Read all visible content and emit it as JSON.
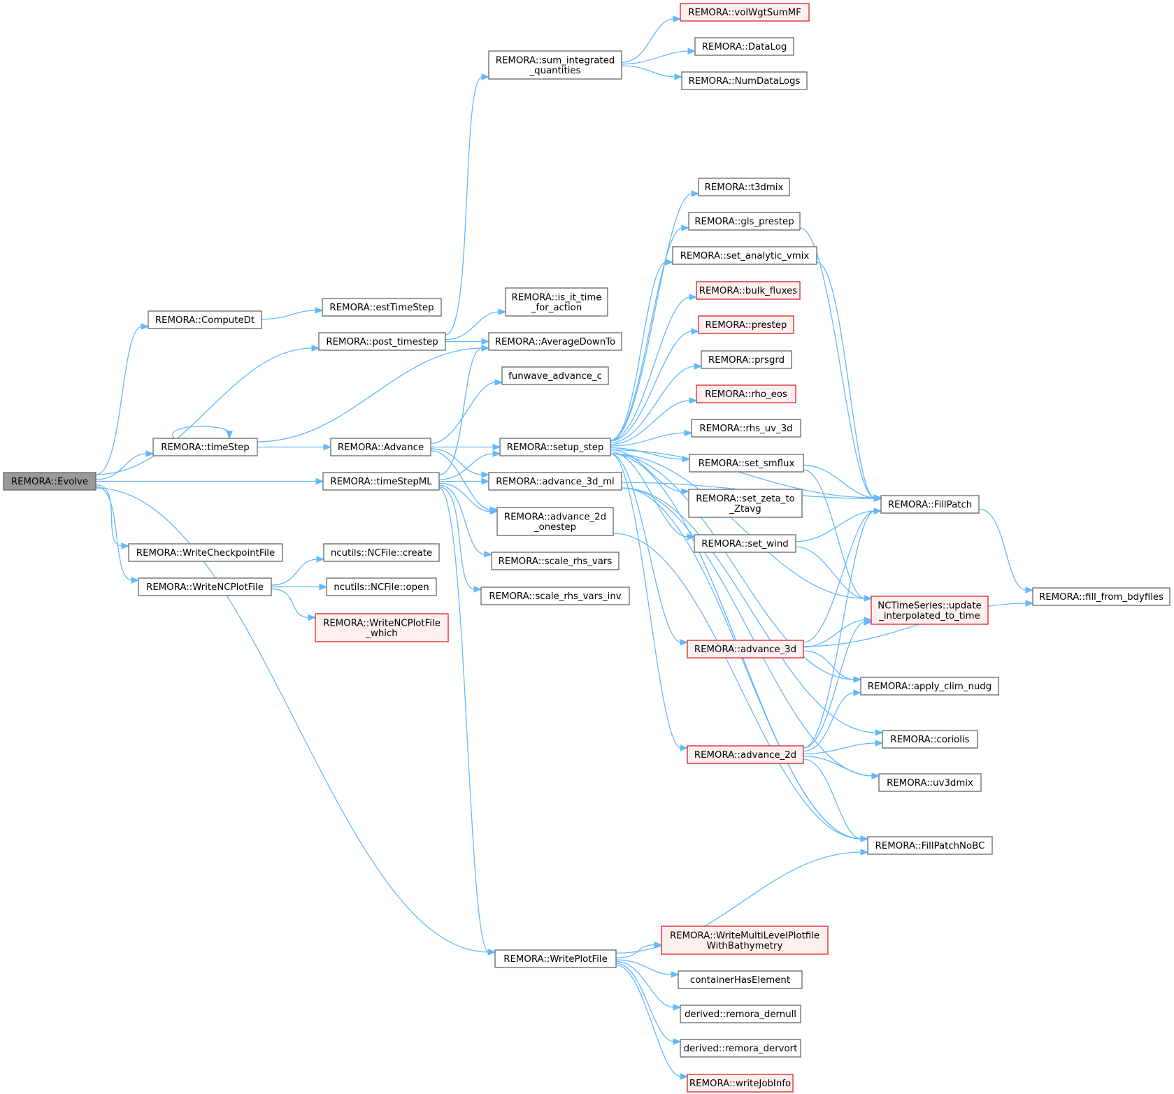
{
  "colors": {
    "edge": "#63b8ff",
    "node_border": "#666666",
    "node_fill": "#ffffff",
    "external_border": "#e01e1e",
    "external_fill": "#fff0f0",
    "root_fill": "#999999"
  },
  "nodes": [
    {
      "id": "evolve",
      "lines": [
        "REMORA::Evolve"
      ],
      "style": "root"
    },
    {
      "id": "computedt",
      "lines": [
        "REMORA::ComputeDt"
      ],
      "style": "normal"
    },
    {
      "id": "esttimestep",
      "lines": [
        "REMORA::estTimeStep"
      ],
      "style": "normal"
    },
    {
      "id": "post_timestep",
      "lines": [
        "REMORA::post_timestep"
      ],
      "style": "normal"
    },
    {
      "id": "sum_integrated",
      "lines": [
        "REMORA::sum_integrated",
        "_quantities"
      ],
      "style": "normal"
    },
    {
      "id": "volwgtsummf",
      "lines": [
        "REMORA::volWgtSumMF"
      ],
      "style": "red"
    },
    {
      "id": "datalog",
      "lines": [
        "REMORA::DataLog"
      ],
      "style": "normal"
    },
    {
      "id": "numdatalogs",
      "lines": [
        "REMORA::NumDataLogs"
      ],
      "style": "normal"
    },
    {
      "id": "is_it_time",
      "lines": [
        "REMORA::is_it_time",
        "_for_action"
      ],
      "style": "normal"
    },
    {
      "id": "averagedownto",
      "lines": [
        "REMORA::AverageDownTo"
      ],
      "style": "normal"
    },
    {
      "id": "funwave",
      "lines": [
        "funwave_advance_c"
      ],
      "style": "normal"
    },
    {
      "id": "timestep",
      "lines": [
        "REMORA::timeStep"
      ],
      "style": "normal"
    },
    {
      "id": "advance",
      "lines": [
        "REMORA::Advance"
      ],
      "style": "normal"
    },
    {
      "id": "setup_step",
      "lines": [
        "REMORA::setup_step"
      ],
      "style": "normal"
    },
    {
      "id": "timestepml",
      "lines": [
        "REMORA::timeStepML"
      ],
      "style": "normal"
    },
    {
      "id": "advance_3d_ml",
      "lines": [
        "REMORA::advance_3d_ml"
      ],
      "style": "normal"
    },
    {
      "id": "advance_2d_onestep",
      "lines": [
        "REMORA::advance_2d",
        "_onestep"
      ],
      "style": "normal"
    },
    {
      "id": "scale_rhs_vars",
      "lines": [
        "REMORA::scale_rhs_vars"
      ],
      "style": "normal"
    },
    {
      "id": "scale_rhs_vars_inv",
      "lines": [
        "REMORA::scale_rhs_vars_inv"
      ],
      "style": "normal"
    },
    {
      "id": "writecheckpoint",
      "lines": [
        "REMORA::WriteCheckpointFile"
      ],
      "style": "normal"
    },
    {
      "id": "writencplotfile",
      "lines": [
        "REMORA::WriteNCPlotFile"
      ],
      "style": "normal"
    },
    {
      "id": "nc_create",
      "lines": [
        "ncutils::NCFile::create"
      ],
      "style": "normal"
    },
    {
      "id": "nc_open",
      "lines": [
        "ncutils::NCFile::open"
      ],
      "style": "normal"
    },
    {
      "id": "writencplotfile_which",
      "lines": [
        "REMORA::WriteNCPlotFile",
        "_which"
      ],
      "style": "red"
    },
    {
      "id": "t3dmix",
      "lines": [
        "REMORA::t3dmix"
      ],
      "style": "normal"
    },
    {
      "id": "gls_prestep",
      "lines": [
        "REMORA::gls_prestep"
      ],
      "style": "normal"
    },
    {
      "id": "set_analytic_vmix",
      "lines": [
        "REMORA::set_analytic_vmix"
      ],
      "style": "normal"
    },
    {
      "id": "bulk_fluxes",
      "lines": [
        "REMORA::bulk_fluxes"
      ],
      "style": "red"
    },
    {
      "id": "prestep",
      "lines": [
        "REMORA::prestep"
      ],
      "style": "red"
    },
    {
      "id": "prsgrd",
      "lines": [
        "REMORA::prsgrd"
      ],
      "style": "normal"
    },
    {
      "id": "rho_eos",
      "lines": [
        "REMORA::rho_eos"
      ],
      "style": "red"
    },
    {
      "id": "rhs_uv_3d",
      "lines": [
        "REMORA::rhs_uv_3d"
      ],
      "style": "normal"
    },
    {
      "id": "set_smflux",
      "lines": [
        "REMORA::set_smflux"
      ],
      "style": "normal"
    },
    {
      "id": "set_zeta",
      "lines": [
        "REMORA::set_zeta_to",
        "_Ztavg"
      ],
      "style": "normal"
    },
    {
      "id": "set_wind",
      "lines": [
        "REMORA::set_wind"
      ],
      "style": "normal"
    },
    {
      "id": "fillpatch",
      "lines": [
        "REMORA::FillPatch"
      ],
      "style": "normal"
    },
    {
      "id": "fill_from_bdyfiles",
      "lines": [
        "REMORA::fill_from_bdyfiles"
      ],
      "style": "normal"
    },
    {
      "id": "nctimeseries",
      "lines": [
        "NCTimeSeries::update",
        "_interpolated_to_time"
      ],
      "style": "red"
    },
    {
      "id": "advance_3d",
      "lines": [
        "REMORA::advance_3d"
      ],
      "style": "red"
    },
    {
      "id": "apply_clim_nudg",
      "lines": [
        "REMORA::apply_clim_nudg"
      ],
      "style": "normal"
    },
    {
      "id": "coriolis",
      "lines": [
        "REMORA::coriolis"
      ],
      "style": "normal"
    },
    {
      "id": "advance_2d",
      "lines": [
        "REMORA::advance_2d"
      ],
      "style": "red"
    },
    {
      "id": "uv3dmix",
      "lines": [
        "REMORA::uv3dmix"
      ],
      "style": "normal"
    },
    {
      "id": "fillpatchnobc",
      "lines": [
        "REMORA::FillPatchNoBC"
      ],
      "style": "normal"
    },
    {
      "id": "writeplotfile",
      "lines": [
        "REMORA::WritePlotFile"
      ],
      "style": "normal"
    },
    {
      "id": "writemultilevel",
      "lines": [
        "REMORA::WriteMultiLevelPlotfile",
        "WithBathymetry"
      ],
      "style": "red"
    },
    {
      "id": "containerhaselement",
      "lines": [
        "containerHasElement"
      ],
      "style": "normal"
    },
    {
      "id": "remora_dernull",
      "lines": [
        "derived::remora_dernull"
      ],
      "style": "normal"
    },
    {
      "id": "remora_dervort",
      "lines": [
        "derived::remora_dervort"
      ],
      "style": "normal"
    },
    {
      "id": "writejobinfo",
      "lines": [
        "REMORA::writeJobInfo"
      ],
      "style": "red"
    }
  ],
  "edges": [
    [
      "evolve",
      "computedt"
    ],
    [
      "evolve",
      "post_timestep"
    ],
    [
      "evolve",
      "timestep"
    ],
    [
      "evolve",
      "timestepml"
    ],
    [
      "evolve",
      "writecheckpoint"
    ],
    [
      "evolve",
      "writencplotfile"
    ],
    [
      "evolve",
      "writeplotfile"
    ],
    [
      "computedt",
      "esttimestep"
    ],
    [
      "post_timestep",
      "sum_integrated"
    ],
    [
      "post_timestep",
      "is_it_time"
    ],
    [
      "post_timestep",
      "averagedownto"
    ],
    [
      "sum_integrated",
      "volwgtsummf"
    ],
    [
      "sum_integrated",
      "datalog"
    ],
    [
      "sum_integrated",
      "numdatalogs"
    ],
    [
      "timestep",
      "timestep"
    ],
    [
      "timestep",
      "averagedownto"
    ],
    [
      "timestep",
      "advance"
    ],
    [
      "advance",
      "funwave"
    ],
    [
      "advance",
      "setup_step"
    ],
    [
      "advance",
      "advance_3d_ml"
    ],
    [
      "advance",
      "advance_2d_onestep"
    ],
    [
      "timestepml",
      "averagedownto"
    ],
    [
      "timestepml",
      "setup_step"
    ],
    [
      "timestepml",
      "advance_3d_ml"
    ],
    [
      "timestepml",
      "advance_2d_onestep"
    ],
    [
      "timestepml",
      "scale_rhs_vars"
    ],
    [
      "timestepml",
      "scale_rhs_vars_inv"
    ],
    [
      "timestepml",
      "writeplotfile"
    ],
    [
      "writencplotfile",
      "nc_create"
    ],
    [
      "writencplotfile",
      "nc_open"
    ],
    [
      "writencplotfile",
      "writencplotfile_which"
    ],
    [
      "setup_step",
      "fillpatch"
    ],
    [
      "setup_step",
      "t3dmix"
    ],
    [
      "setup_step",
      "gls_prestep"
    ],
    [
      "setup_step",
      "set_analytic_vmix"
    ],
    [
      "setup_step",
      "bulk_fluxes"
    ],
    [
      "setup_step",
      "prestep"
    ],
    [
      "setup_step",
      "prsgrd"
    ],
    [
      "setup_step",
      "rho_eos"
    ],
    [
      "setup_step",
      "rhs_uv_3d"
    ],
    [
      "setup_step",
      "set_smflux"
    ],
    [
      "setup_step",
      "set_zeta"
    ],
    [
      "setup_step",
      "set_wind"
    ],
    [
      "setup_step",
      "nctimeseries"
    ],
    [
      "setup_step",
      "advance_3d"
    ],
    [
      "setup_step",
      "apply_clim_nudg"
    ],
    [
      "setup_step",
      "advance_2d"
    ],
    [
      "setup_step",
      "fillpatchnobc"
    ],
    [
      "gls_prestep",
      "fillpatch"
    ],
    [
      "set_analytic_vmix",
      "fillpatch"
    ],
    [
      "set_smflux",
      "fillpatch"
    ],
    [
      "set_smflux",
      "nctimeseries"
    ],
    [
      "set_wind",
      "fillpatch"
    ],
    [
      "set_wind",
      "nctimeseries"
    ],
    [
      "fillpatch",
      "fill_from_bdyfiles"
    ],
    [
      "advance_3d_ml",
      "fillpatch"
    ],
    [
      "advance_3d_ml",
      "coriolis"
    ],
    [
      "advance_3d_ml",
      "uv3dmix"
    ],
    [
      "advance_3d_ml",
      "fillpatchnobc"
    ],
    [
      "advance_2d_onestep",
      "fillpatchnobc"
    ],
    [
      "advance_3d",
      "fillpatch"
    ],
    [
      "advance_3d",
      "nctimeseries"
    ],
    [
      "advance_3d",
      "fill_from_bdyfiles"
    ],
    [
      "advance_3d",
      "apply_clim_nudg"
    ],
    [
      "advance_2d",
      "fillpatch"
    ],
    [
      "advance_2d",
      "nctimeseries"
    ],
    [
      "advance_2d",
      "apply_clim_nudg"
    ],
    [
      "advance_2d",
      "coriolis"
    ],
    [
      "advance_2d",
      "uv3dmix"
    ],
    [
      "advance_2d",
      "fillpatchnobc"
    ],
    [
      "writeplotfile",
      "fillpatchnobc"
    ],
    [
      "writeplotfile",
      "writemultilevel"
    ],
    [
      "writeplotfile",
      "containerhaselement"
    ],
    [
      "writeplotfile",
      "remora_dernull"
    ],
    [
      "writeplotfile",
      "remora_dervort"
    ],
    [
      "writeplotfile",
      "writejobinfo"
    ]
  ]
}
